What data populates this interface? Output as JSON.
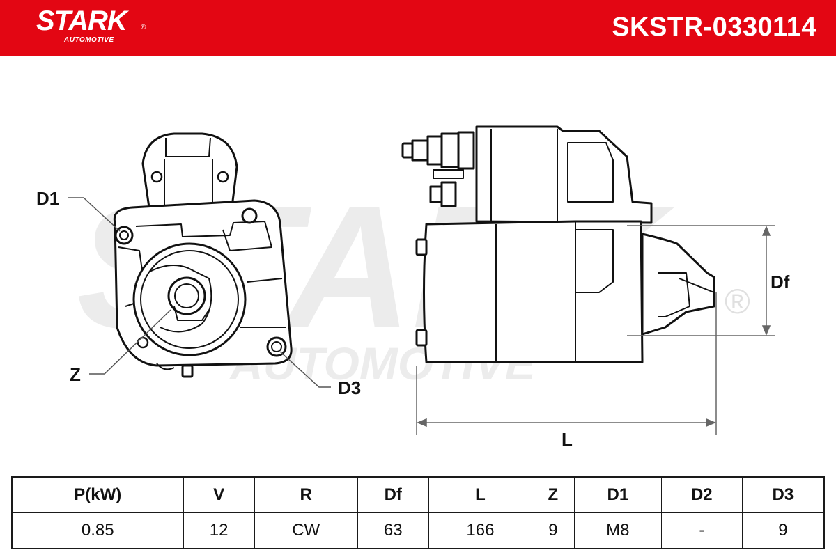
{
  "header": {
    "brand": "STARK",
    "brand_reg": "®",
    "brand_sub": "AUTOMOTIVE",
    "part_number": "SKSTR-0330114",
    "color": "#e30613"
  },
  "watermark": {
    "main": "STARK",
    "sub": "AUTOMOTIVE",
    "reg": "®"
  },
  "drawing": {
    "front_view": {
      "labels": {
        "d1": "D1",
        "z": "Z",
        "d3": "D3"
      }
    },
    "side_view": {
      "labels": {
        "df": "Df",
        "l": "L"
      }
    }
  },
  "specs": {
    "headers": [
      "P(kW)",
      "V",
      "R",
      "Df",
      "L",
      "Z",
      "D1",
      "D2",
      "D3"
    ],
    "values": [
      "0.85",
      "12",
      "CW",
      "63",
      "166",
      "9",
      "M8",
      "-",
      "9"
    ]
  }
}
